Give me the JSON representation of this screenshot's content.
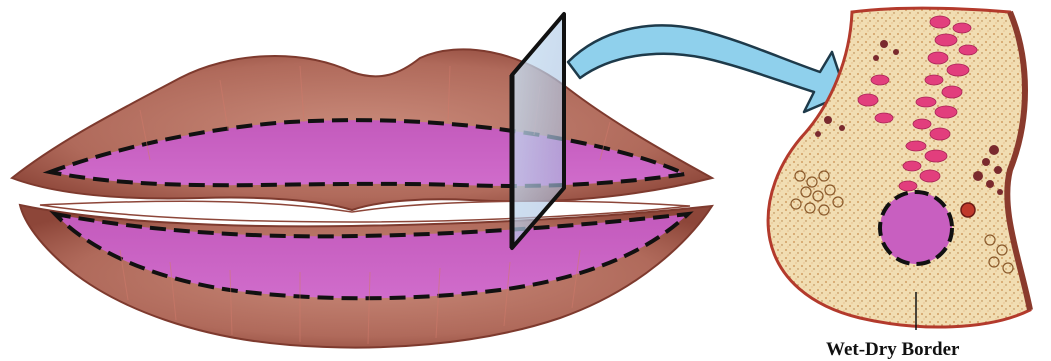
{
  "labels": {
    "border": "Wet-Dry Border"
  },
  "colors": {
    "skin": "#b77566",
    "skin_dark": "#8a3f33",
    "mucosa": "#c85fc0",
    "mucosa_dark": "#a545a3",
    "tissue": "#f0dcae",
    "vessel": "#e23e7d",
    "arrow": "#8fd0ec",
    "plane": "#b6d8ef"
  },
  "icons": {
    "section_plane": "cutting-plane",
    "arrow": "curved-arrow"
  }
}
